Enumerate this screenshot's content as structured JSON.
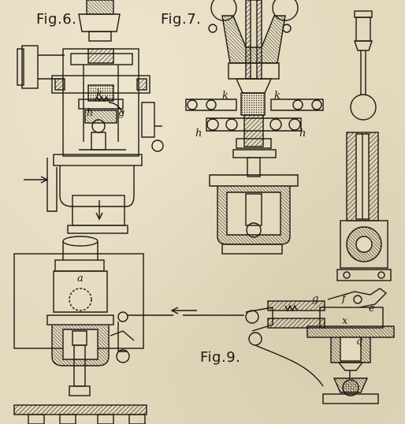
{
  "figures": {
    "fig6": "Fig.6.",
    "fig7": "Fig.7.",
    "fig9": "Fig.9."
  },
  "part_labels": {
    "fig6_k": "k",
    "fig6_h": "h",
    "fig6_g": "g",
    "fig7_k_left": "k",
    "fig7_k_right": "k",
    "fig7_h_left": "h",
    "fig7_h_right": "h",
    "fig9_a": "a",
    "fig9_g": "g",
    "fig9_f": "f",
    "fig9_e": "e",
    "fig9_x": "x",
    "fig9_q": "q"
  },
  "colors": {
    "paper": "#e4d9bd",
    "ink": "#1d1a14",
    "hatch": "#3a342a"
  }
}
